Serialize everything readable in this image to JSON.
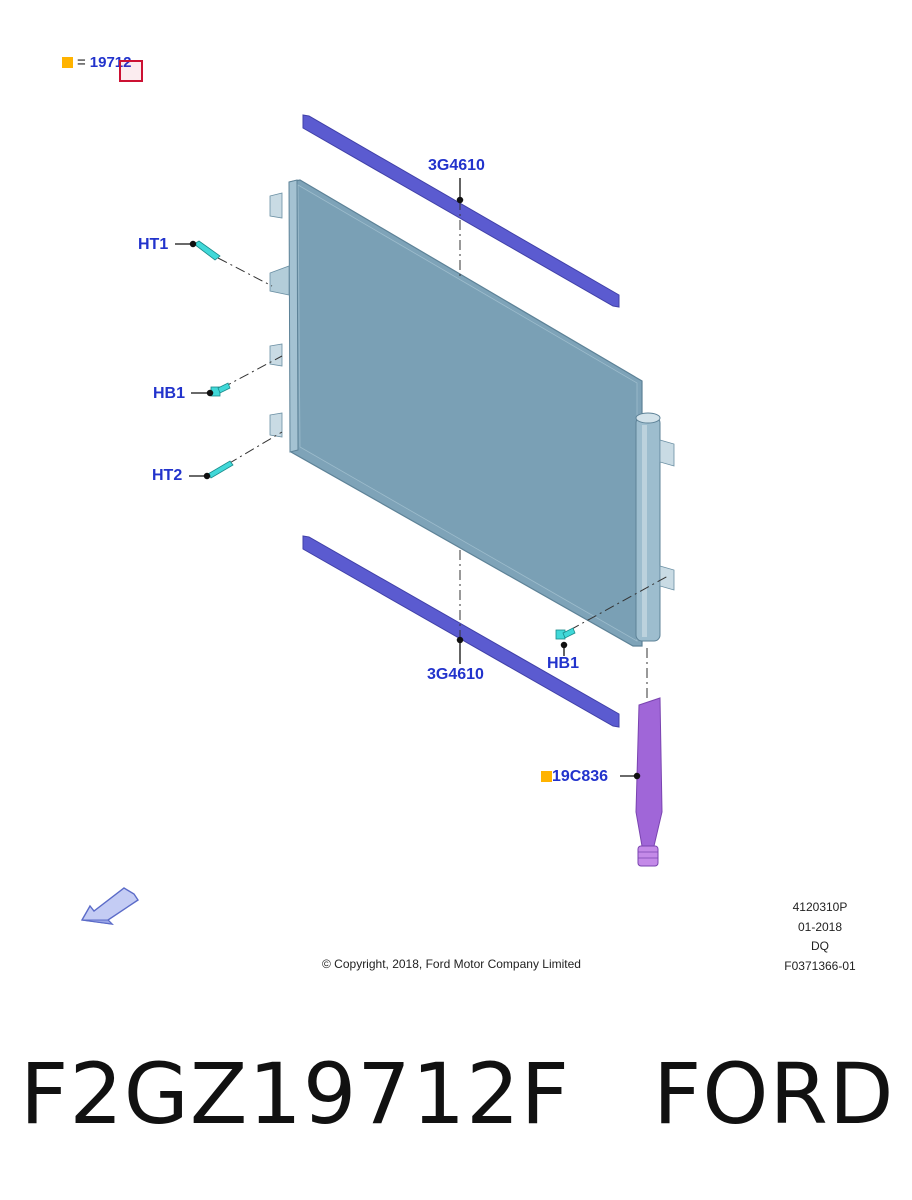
{
  "legend": {
    "label": "19712",
    "equals": "="
  },
  "callouts": {
    "top_seal": "3G4610",
    "bottom_seal": "3G4610",
    "ht1": "HT1",
    "hb1_left": "HB1",
    "ht2": "HT2",
    "hb1_right": "HB1",
    "drier": "19C836"
  },
  "meta": {
    "line1": "4120310P",
    "line2": "01-2018",
    "line3": "DQ",
    "line4": "F0371366-01"
  },
  "copyright": "© Copyright, 2018, Ford Motor Company Limited",
  "footer": {
    "part_number": "F2GZ19712F",
    "brand": "FORD"
  },
  "colors": {
    "callout_text": "#2233cc",
    "legend_square": "#ffb300",
    "seal": "#5b5bd0",
    "condenser": "#7ea3b8",
    "fastener": "#40d8d8",
    "drier": "#a066d8",
    "highlight_box": "#cc1133"
  },
  "icons": {
    "legend_marker": "orange-square-icon",
    "view_direction": "view-direction-arrow-icon"
  }
}
